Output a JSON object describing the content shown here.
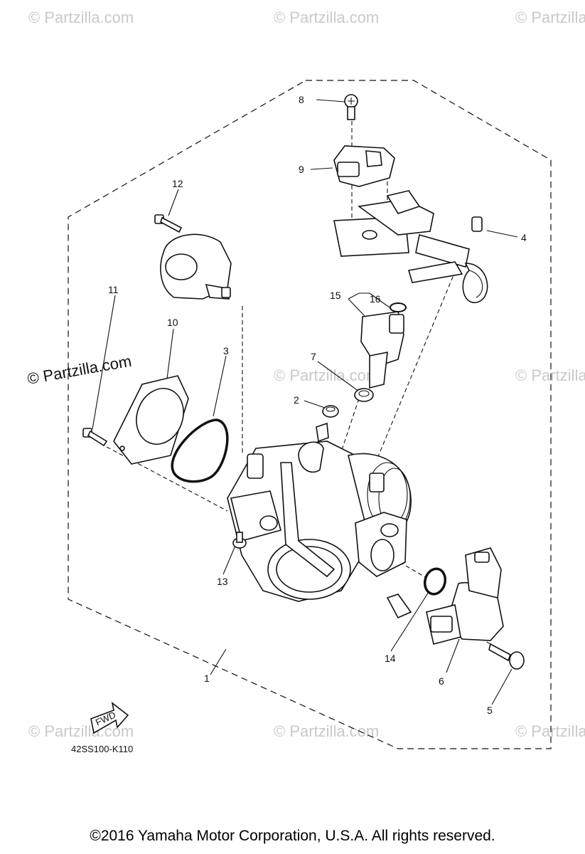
{
  "diagram": {
    "part_code": "42SS100-K110",
    "fwd_label": "FWD",
    "copyright": "©2016 Yamaha Motor Corporation, U.S.A. All rights reserved.",
    "watermark": "© Partzilla.com",
    "callouts": {
      "p1": "1",
      "p2": "2",
      "p3": "3",
      "p4": "4",
      "p5": "5",
      "p6": "6",
      "p7": "7",
      "p8": "8",
      "p9": "9",
      "p10": "10",
      "p11": "11",
      "p12": "12",
      "p13": "13",
      "p14": "14",
      "p15": "15",
      "p16": "16"
    }
  }
}
